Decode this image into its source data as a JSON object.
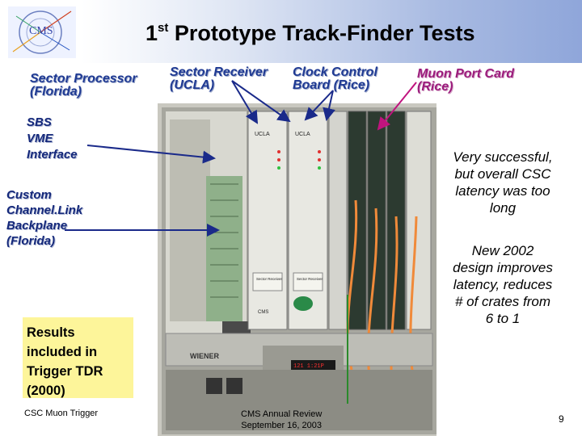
{
  "header": {
    "title_main": "Prototype Track-Finder Tests",
    "title_ordinal": "1",
    "title_ordinal_suffix": "st",
    "logo_text": "CMS"
  },
  "labels": {
    "sector_processor": [
      "Sector Processor",
      "(Florida)"
    ],
    "sector_receiver": [
      "Sector Receiver",
      "(UCLA)"
    ],
    "clock_control": [
      "Clock Control",
      "Board  (Rice)"
    ],
    "muon_port_card": [
      "Muon Port Card",
      "(Rice)"
    ],
    "sbs_vme": [
      "SBS",
      "VME",
      "Interface"
    ],
    "custom_backplane": [
      "Custom",
      "Channel.Link",
      "Backplane",
      "(Florida)"
    ]
  },
  "right_notes": {
    "note1": [
      "Very successful,",
      "but overall CSC",
      "latency was too",
      "long"
    ],
    "note2": [
      "New 2002",
      "design improves",
      "latency, reduces",
      "# of crates from",
      "6 to 1"
    ]
  },
  "results_box": {
    "text": "Results\nincluded in\nTrigger TDR\n(2000)"
  },
  "photo_labels": {
    "card_a": "UCLA",
    "card_b": "UCLA",
    "card_a_name": "Sector Receiver",
    "card_b_name": "Sector Receiver",
    "brand": "CMS",
    "crate_brand": "WIENER",
    "display": "121 1:21P"
  },
  "footer": {
    "left": "CSC Muon Trigger",
    "center": "CMS Annual Review\nSeptember 16, 2003",
    "page": "9"
  },
  "colors": {
    "label_blue": "#1f3a93",
    "label_magenta": "#9b1b7b",
    "arrow_blue": "#1a2a8a",
    "arrow_magenta": "#c0147e",
    "arrow_green": "#2b8a2b",
    "results_bg": "#fdf59a"
  }
}
